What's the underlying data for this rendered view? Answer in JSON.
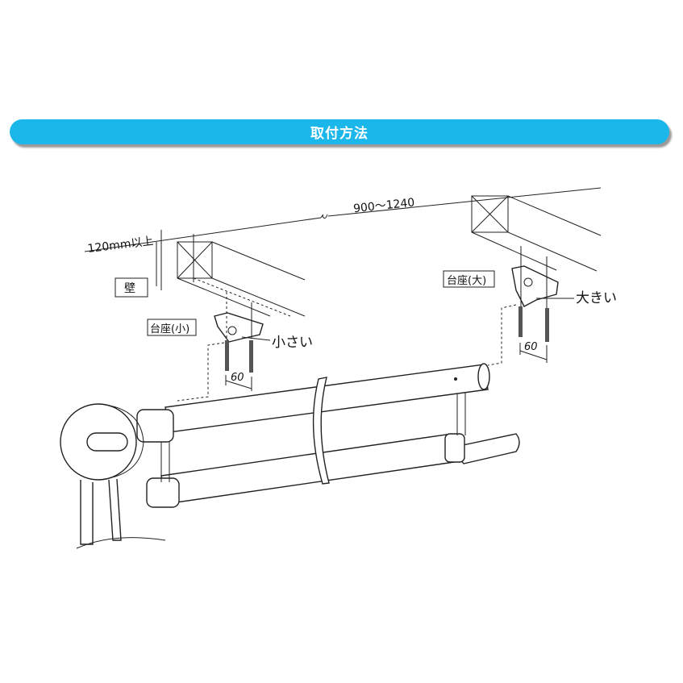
{
  "title": "取付方法",
  "diagram": {
    "span_dimension": "900～1240",
    "wall_clearance": "120mm以上",
    "wall_label": "壁",
    "bracket_small_label": "台座(小)",
    "bracket_small_note": "小さい",
    "bracket_small_pitch": "60",
    "bracket_large_label": "台座(大)",
    "bracket_large_note": "大きい",
    "bracket_large_pitch": "60"
  }
}
